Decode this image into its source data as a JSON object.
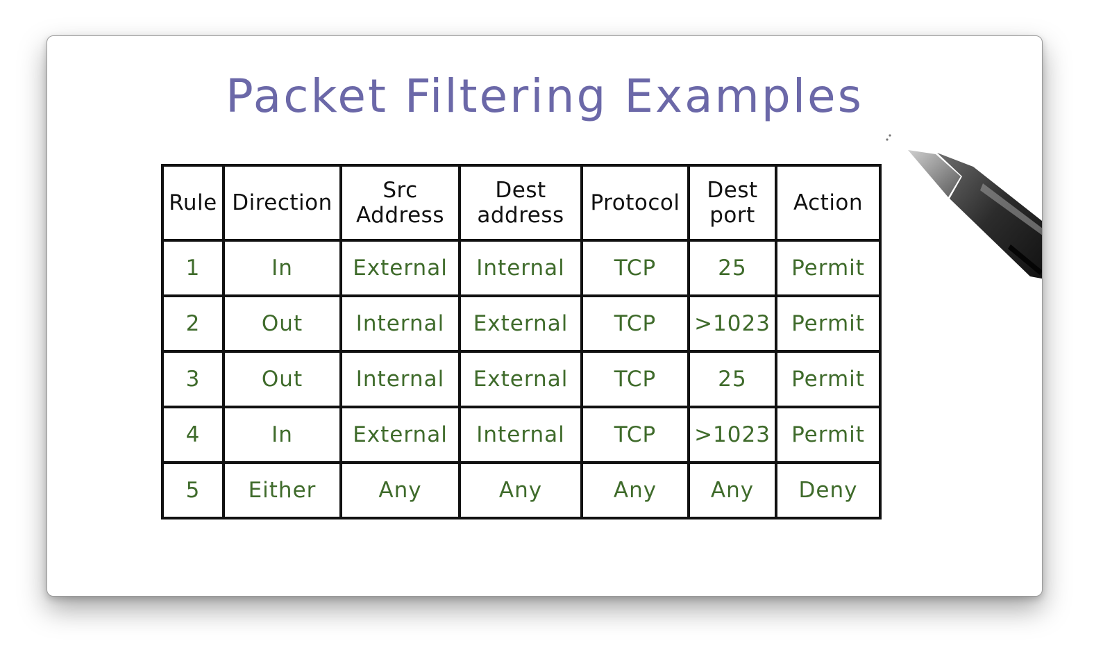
{
  "title": "Packet Filtering Examples",
  "table": {
    "headers": [
      {
        "line1": "Rule",
        "line2": ""
      },
      {
        "line1": "Direction",
        "line2": ""
      },
      {
        "line1": "Src",
        "line2": "Address"
      },
      {
        "line1": "Dest",
        "line2": "address"
      },
      {
        "line1": "Protocol",
        "line2": ""
      },
      {
        "line1": "Dest",
        "line2": "port"
      },
      {
        "line1": "Action",
        "line2": ""
      }
    ],
    "rows": [
      [
        "1",
        "In",
        "External",
        "Internal",
        "TCP",
        "25",
        "Permit"
      ],
      [
        "2",
        "Out",
        "Internal",
        "External",
        "TCP",
        ">1023",
        "Permit"
      ],
      [
        "3",
        "Out",
        "Internal",
        "External",
        "TCP",
        "25",
        "Permit"
      ],
      [
        "4",
        "In",
        "External",
        "Internal",
        "TCP",
        ">1023",
        "Permit"
      ],
      [
        "5",
        "Either",
        "Any",
        "Any",
        "Any",
        "Any",
        "Deny"
      ]
    ]
  },
  "colors": {
    "title": "#6b68a8",
    "header_text": "#111111",
    "cell_text": "#3f6b2b",
    "grid_lines": "#111111"
  },
  "icons": [
    "pen-icon"
  ]
}
